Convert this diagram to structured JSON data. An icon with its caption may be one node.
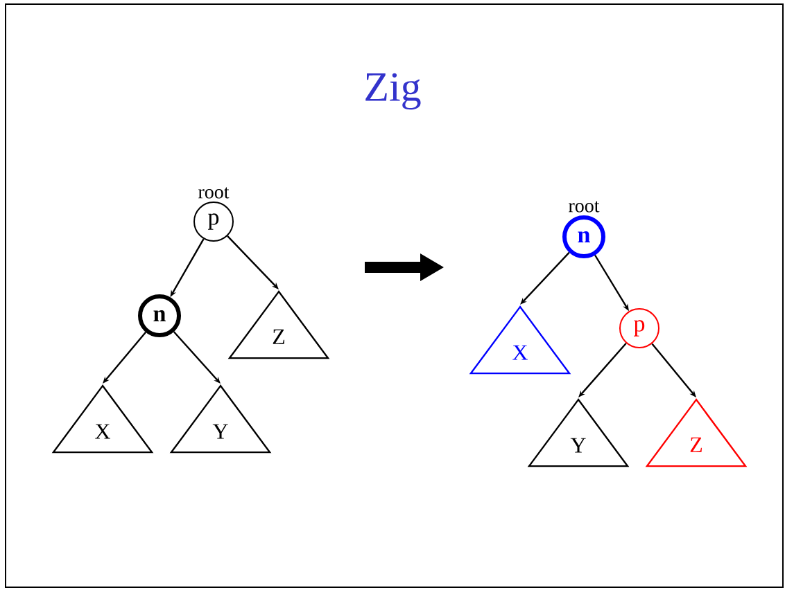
{
  "diagram": {
    "title": "Zig",
    "nodes": [
      {
        "text": [
          "p"
        ],
        "beside": [
          "root"
        ]
      },
      {
        "text": [
          "n"
        ]
      },
      {
        "text": [
          "Z"
        ]
      },
      {
        "text": [
          "X"
        ]
      },
      {
        "text": [
          "Y"
        ]
      },
      {
        "text": [
          "n"
        ],
        "beside": [
          "root"
        ]
      },
      {
        "text": [
          "X"
        ]
      },
      {
        "text": [
          "p"
        ]
      },
      {
        "text": [
          "Y"
        ]
      },
      {
        "text": [
          "Z"
        ]
      }
    ],
    "edges": [
      {
        "from": 0,
        "to": 1,
        "arrow": "to"
      },
      {
        "from": 0,
        "to": 2,
        "arrow": "to"
      },
      {
        "from": 1,
        "to": 3,
        "arrow": "to"
      },
      {
        "from": 1,
        "to": 4,
        "arrow": "to"
      },
      {
        "from": 5,
        "to": 6,
        "arrow": "to"
      },
      {
        "from": 5,
        "to": 7,
        "arrow": "to"
      },
      {
        "from": 7,
        "to": 8,
        "arrow": "to"
      },
      {
        "from": 7,
        "to": 9,
        "arrow": "to"
      }
    ]
  }
}
